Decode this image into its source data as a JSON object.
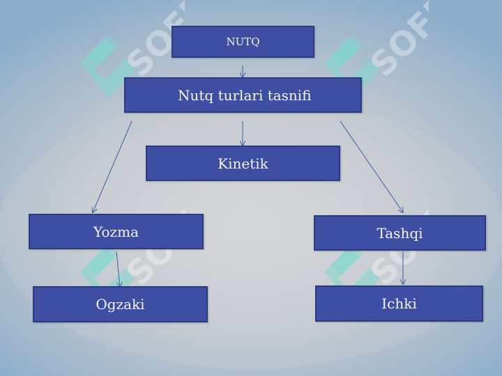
{
  "diagram": {
    "nodes": {
      "root": "NUTQ",
      "classification": "Nutq turlari tasnifi",
      "kinetic": "Kinetik",
      "written": "Yozma",
      "external": "Tashqi",
      "oral": "Ogzaki",
      "internal": "Ichki"
    },
    "edges": [
      {
        "from": "root",
        "to": "classification"
      },
      {
        "from": "classification",
        "to": "kinetic"
      },
      {
        "from": "classification",
        "to": "written"
      },
      {
        "from": "classification",
        "to": "external"
      },
      {
        "from": "written",
        "to": "oral"
      },
      {
        "from": "external",
        "to": "internal"
      }
    ]
  },
  "watermark": {
    "text": "SOFF"
  },
  "colors": {
    "node_fill": "#3e4fa3",
    "node_border": "#2c3a80",
    "node_text": "#f4f4fa",
    "edge": "#3f5fa3",
    "watermark": "#7fd8cf"
  }
}
